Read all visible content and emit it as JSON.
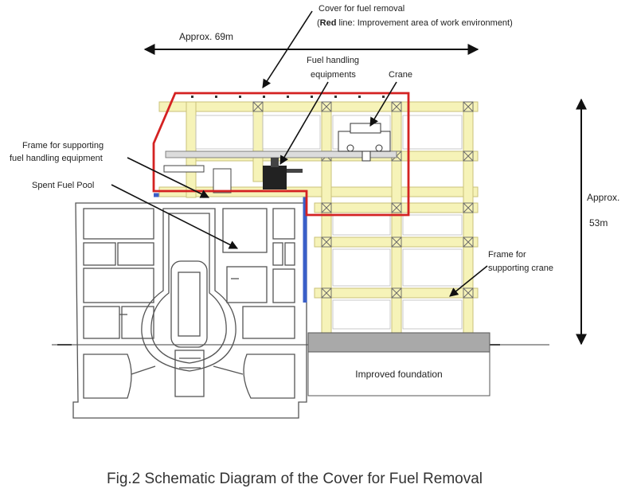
{
  "labels": {
    "cover_line1": "Cover for fuel removal",
    "cover_line2_bold": "Red",
    "cover_line2_rest": " line: Improvement area of work environment)",
    "cover_line2_open": "(",
    "width_dim": "Approx. 69m",
    "fuel_handling_1": "Fuel handling",
    "fuel_handling_2": "equipments",
    "crane": "Crane",
    "frame_fuel_1": "Frame for supporting",
    "frame_fuel_2": "fuel handling equipment",
    "spent_fuel_pool": "Spent Fuel Pool",
    "height_dim_1": "Approx.",
    "height_dim_2": "53m",
    "frame_crane_1": "Frame for",
    "frame_crane_2": "supporting crane",
    "foundation": "Improved foundation"
  },
  "caption": "Fig.2 Schematic Diagram of the Cover for Fuel Removal",
  "colors": {
    "cover_outline": "#d42222",
    "frame_fill": "#f6f3b8",
    "frame_stroke": "#c9c27a",
    "pool_outline": "#3a5fc8",
    "building_stroke": "#555555",
    "foundation_fill": "#a9a9a9"
  }
}
